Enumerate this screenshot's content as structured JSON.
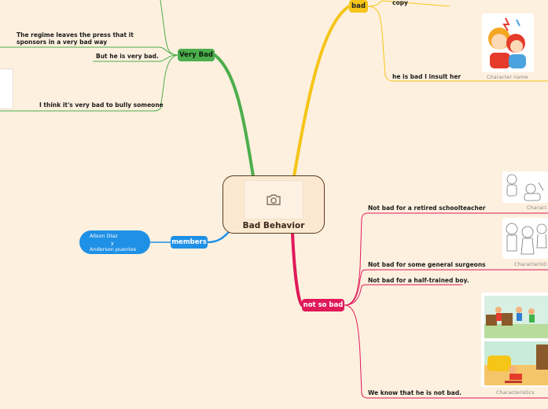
{
  "central": {
    "title": "Bad Behavior",
    "icon": "camera-icon"
  },
  "branches": {
    "very_bad": {
      "label": "Very Bad",
      "color": "#4cae4c",
      "items": [
        "The regime leaves the press that it sponsors in a very bad way",
        "But he is very bad.",
        "I think it's very bad to bully someone"
      ]
    },
    "bad": {
      "label": "bad",
      "color": "#f5c518",
      "items": [
        "copy",
        "he is bad I insult her"
      ],
      "image_caption": "Character name"
    },
    "members": {
      "label": "members",
      "color": "#1e90e6",
      "names": [
        "Alison Díaz",
        "y",
        "Anderson puentes"
      ]
    },
    "not_so_bad": {
      "label": "not so bad",
      "color": "#e0195a",
      "items": [
        "Not bad for a retired schoolteacher",
        "Not bad for some general surgeons",
        "Not bad for a half-trained boy.",
        "We know that he is not bad."
      ],
      "captions": [
        "Charact",
        "Characteristi",
        "Characteristics"
      ]
    }
  }
}
